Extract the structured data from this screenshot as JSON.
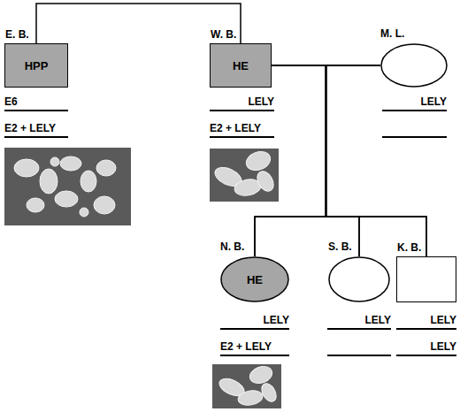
{
  "diagram": {
    "nodes": [
      {
        "text": [
          "E. B.",
          "HPP"
        ]
      },
      {
        "text": [
          "W. B.",
          "HE"
        ]
      },
      {
        "text": [
          "M. L."
        ]
      },
      {
        "text": [
          "N. B.",
          "HE"
        ]
      },
      {
        "text": [
          "S. B."
        ]
      },
      {
        "text": [
          "K. B."
        ]
      }
    ],
    "edges": [
      {
        "from": 0,
        "to": 1,
        "arrow": "none"
      },
      {
        "from": 1,
        "to": 2,
        "arrow": "none"
      },
      {
        "from": 1,
        "to": 3,
        "arrow": "none"
      },
      {
        "from": 1,
        "to": 4,
        "arrow": "none"
      },
      {
        "from": 1,
        "to": 5,
        "arrow": "none"
      },
      {
        "from": 2,
        "to": 3,
        "arrow": "none"
      },
      {
        "from": 2,
        "to": 4,
        "arrow": "none"
      },
      {
        "from": 2,
        "to": 5,
        "arrow": "none"
      }
    ],
    "labels": [
      "E6",
      "E2 + LELY",
      "LELY",
      "E2 + LELY",
      "LELY",
      "LELY",
      "E2 + LELY",
      "LELY",
      "LELY",
      "LELY"
    ]
  }
}
